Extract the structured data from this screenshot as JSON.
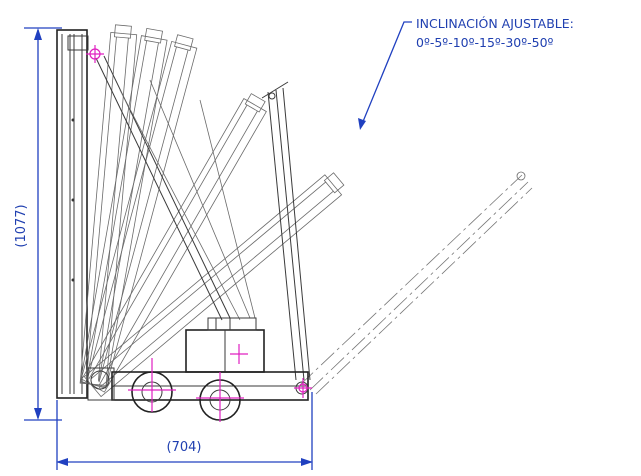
{
  "dimensions": {
    "height": "(1077)",
    "width": "(704)"
  },
  "annotation": {
    "line1": "INCLINACIÓN AJUSTABLE:",
    "line2": "0º-5º-10º-15º-30º-50º"
  },
  "inclination_angles_deg": [
    0,
    5,
    10,
    15,
    30,
    50
  ],
  "colors": {
    "dimension": "#1f3fb0",
    "center_mark": "#e020c0",
    "drawing": "#3a3a3a"
  }
}
